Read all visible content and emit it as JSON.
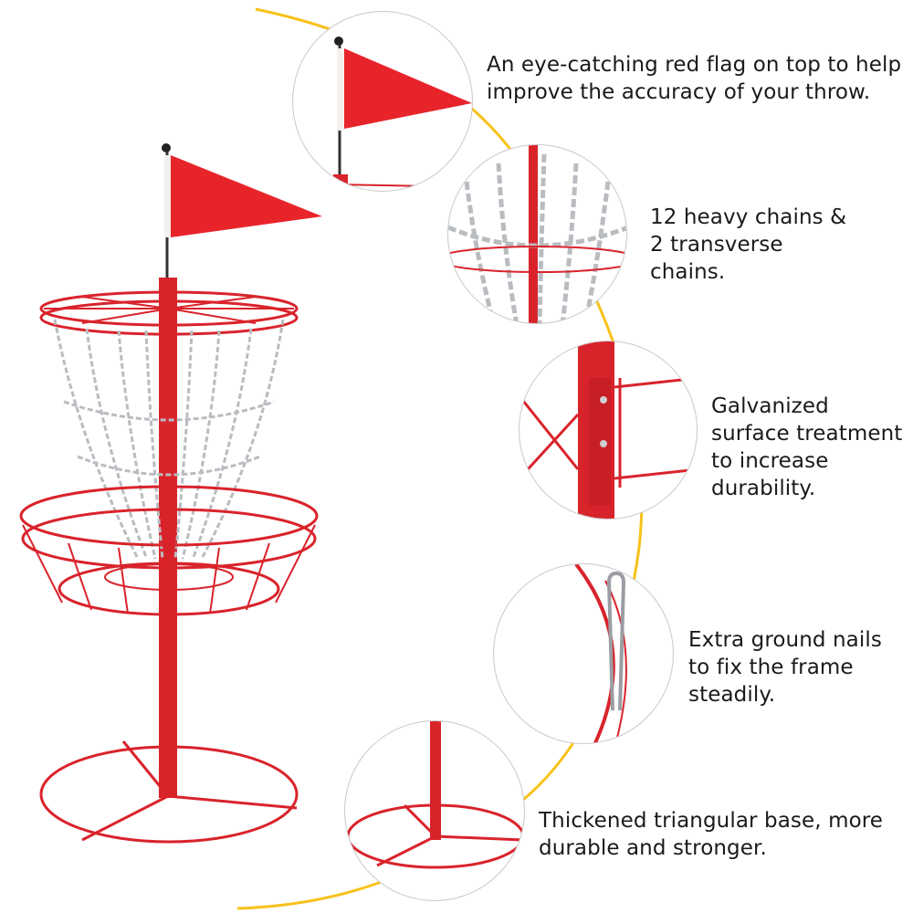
{
  "product": {
    "name": "disc golf basket",
    "colors": {
      "frame": "#d9232b",
      "flag": "#e8242b",
      "chain": "#b9bcc0",
      "accent_arc": "#f7c21a",
      "text": "#1a1a1a"
    }
  },
  "features": [
    {
      "icon": "flag-icon",
      "text": "An eye-catching red flag on top to help improve the accuracy of your throw."
    },
    {
      "icon": "chains-icon",
      "text": "12 heavy chains & 2 transverse chains."
    },
    {
      "icon": "galvanized-joint-icon",
      "text": "Galvanized surface treatment to increase durability."
    },
    {
      "icon": "ground-nail-icon",
      "text": "Extra ground nails to fix the frame steadily."
    },
    {
      "icon": "triangular-base-icon",
      "text": "Thickened triangular base, more durable and stronger."
    }
  ]
}
